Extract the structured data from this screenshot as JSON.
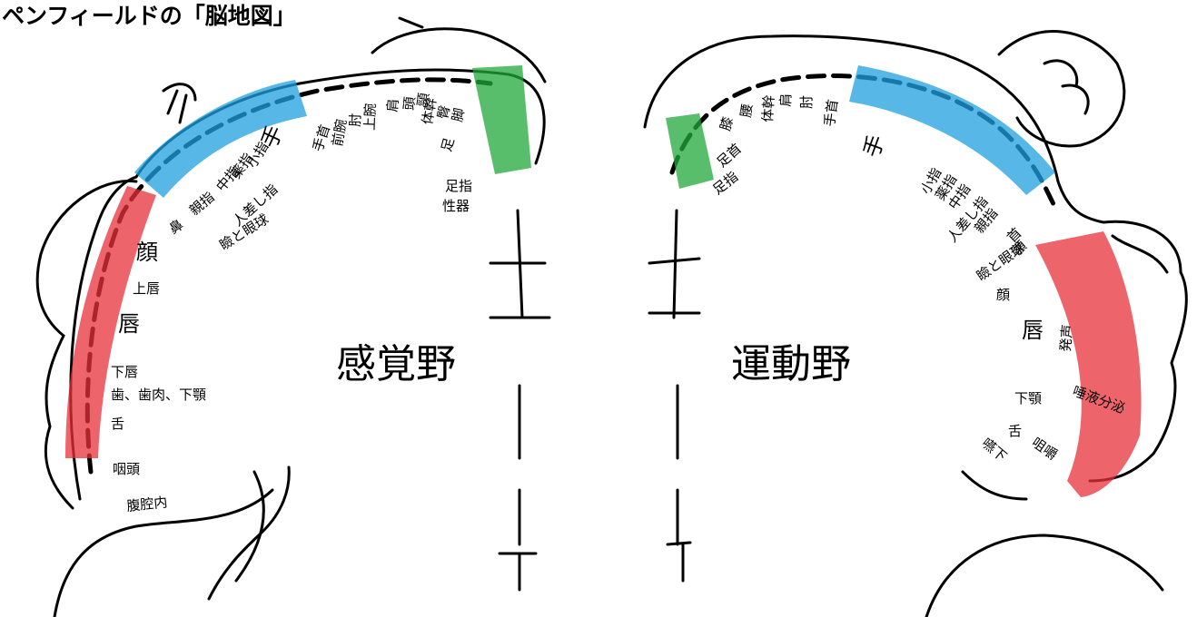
{
  "title": "ペンフィールドの「脳地図」",
  "sensory": {
    "name": "感覚野",
    "labels": [
      "性器",
      "足指",
      "足",
      "脚",
      "臀",
      "体幹",
      "頸",
      "頭",
      "肩",
      "上腕",
      "肘",
      "前腕",
      "手首",
      "手",
      "小指",
      "薬指",
      "中指",
      "人差し指",
      "親指",
      "瞼と眼球",
      "鼻",
      "顔",
      "上唇",
      "唇",
      "下唇",
      "歯、歯肉、下顎",
      "舌",
      "咽頭",
      "腹腔内"
    ]
  },
  "motor": {
    "name": "運動野",
    "labels": [
      "足指",
      "足首",
      "膝",
      "腰",
      "体幹",
      "肩",
      "肘",
      "手首",
      "手",
      "小指",
      "薬指",
      "中指",
      "人差し指",
      "親指",
      "首",
      "額",
      "瞼と眼球",
      "顔",
      "唇",
      "発声",
      "下顎",
      "唾液分泌",
      "舌",
      "咀嚼",
      "嚥下"
    ]
  },
  "colors": {
    "face": "#e8303a",
    "hand": "#1fa0e0",
    "foot": "#22a83a"
  }
}
